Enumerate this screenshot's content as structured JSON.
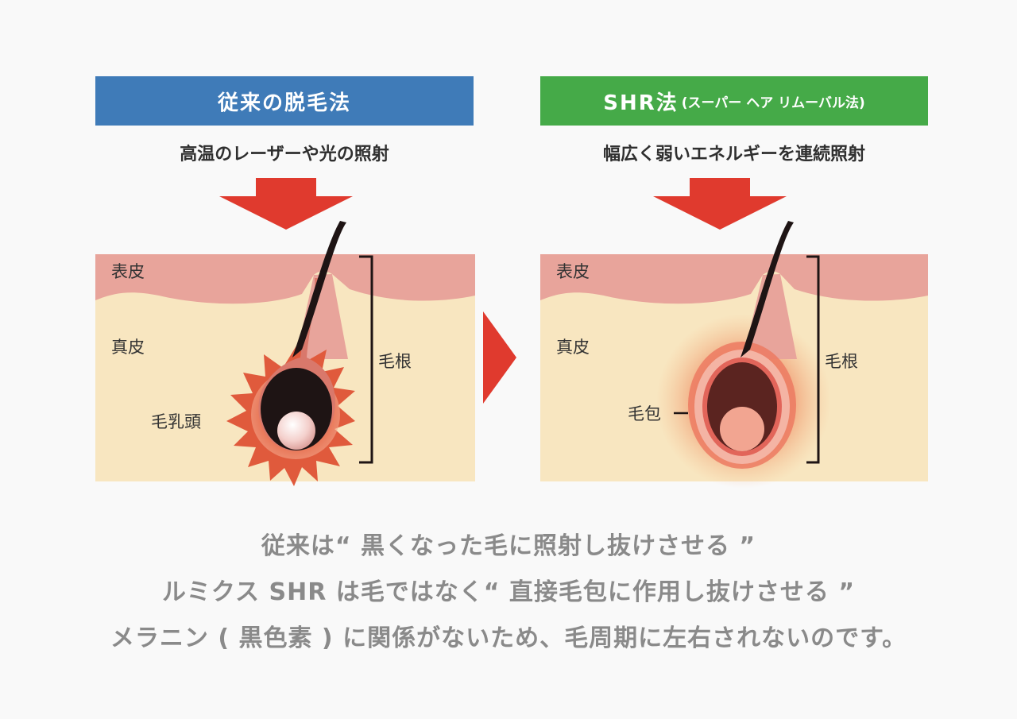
{
  "left_panel": {
    "title": "従来の脱毛法",
    "caption": "高温のレーザーや光の照射",
    "labels": {
      "epidermis": "表皮",
      "dermis": "真皮",
      "papilla": "毛乳頭",
      "root": "毛根"
    },
    "header_color": "#3f7bb8"
  },
  "right_panel": {
    "title_main": "SHR法",
    "title_sub": "(スーパー ヘア リムーバル法)",
    "caption": "幅広く弱いエネルギーを連続照射",
    "labels": {
      "epidermis": "表皮",
      "dermis": "真皮",
      "follicle": "毛包",
      "root": "毛根"
    },
    "header_color": "#45aa48"
  },
  "colors": {
    "arrow": "#e03a2e",
    "epidermis": "#e8a49b",
    "dermis": "#f8e6c0",
    "hair": "#1e1414",
    "bottom_text": "#8a8a8a"
  },
  "footer": {
    "line1": "従来は“ 黒くなった毛に照射し抜けさせる ”",
    "line2": "ルミクス SHR は毛ではなく“ 直接毛包に作用し抜けさせる ”",
    "line3": "メラニン ( 黒色素 ) に関係がないため、毛周期に左右されないのです。"
  }
}
